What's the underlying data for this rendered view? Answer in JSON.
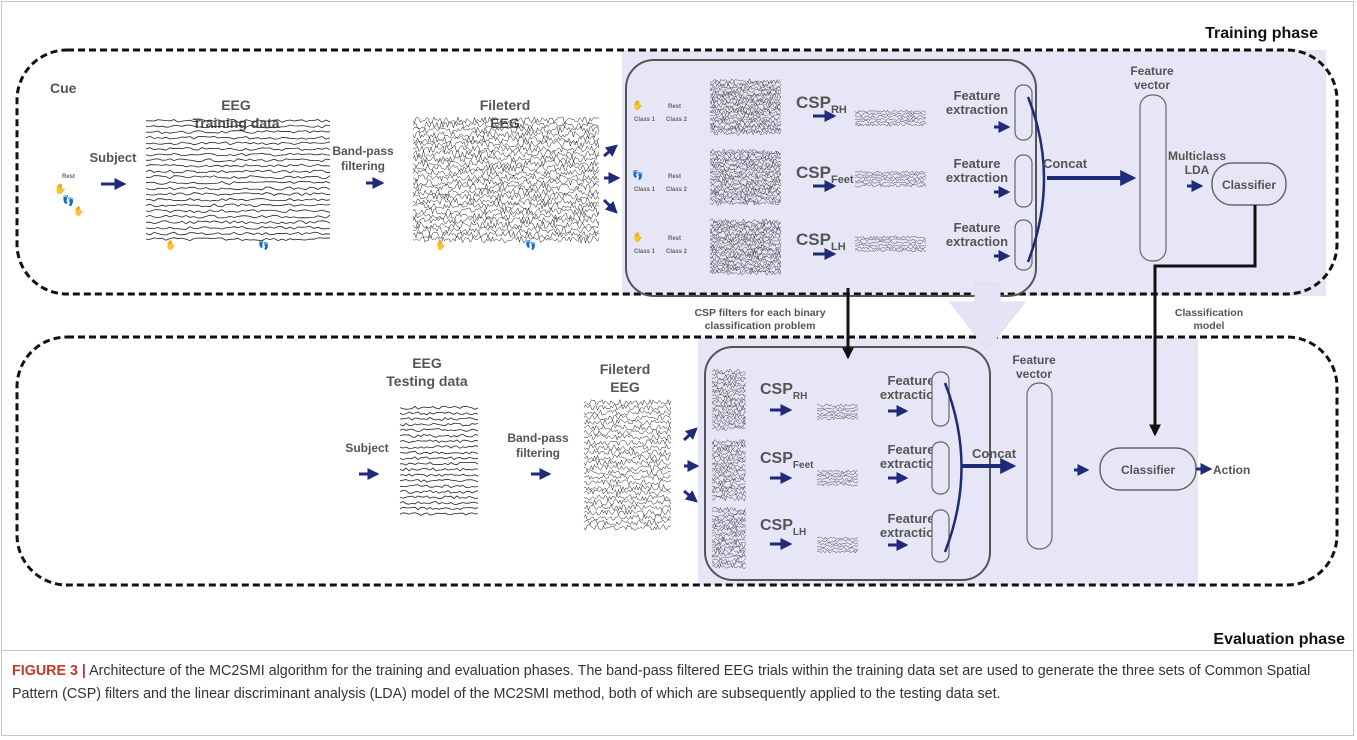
{
  "phases": {
    "training": "Training phase",
    "evaluation": "Evaluation phase"
  },
  "training": {
    "cue": "Cue",
    "rest": "Rest",
    "subject": "Subject",
    "eeg_title_1": "EEG",
    "eeg_title_2": "Training data",
    "bandpass_1": "Band-pass",
    "bandpass_2": "filtering",
    "filtered_1": "Fileterd",
    "filtered_2": "EEG",
    "class1": "Class 1",
    "rest_label": "Rest",
    "class2": "Class 2",
    "csp_base": "CSP",
    "csp_subs": [
      "RH",
      "Feet",
      "LH"
    ],
    "feature_1": "Feature",
    "feature_2": "extraction",
    "concat": "Concat",
    "fv_1": "Feature",
    "fv_2": "vector",
    "lda_1": "Multiclass",
    "lda_2": "LDA",
    "classifier": "Classifier"
  },
  "middle": {
    "csp_filters_1": "CSP filters for each binary",
    "csp_filters_2": "classification problem",
    "model_1": "Classification",
    "model_2": "model"
  },
  "evaluation": {
    "subject": "Subject",
    "eeg_title_1": "EEG",
    "eeg_title_2": "Testing data",
    "bandpass_1": "Band-pass",
    "bandpass_2": "filtering",
    "filtered_1": "Fileterd",
    "filtered_2": "EEG",
    "csp_base": "CSP",
    "csp_subs": [
      "RH",
      "Feet",
      "LH"
    ],
    "feature_1": "Feature",
    "feature_2": "extraction",
    "concat": "Concat",
    "fv_1": "Feature",
    "fv_2": "vector",
    "classifier": "Classifier",
    "action": "Action"
  },
  "caption": {
    "figure": "FIGURE 3 |",
    "text": " Architecture of the MC2SMI algorithm for the training and evaluation phases. The band-pass filtered EEG trials within the training data set are used to generate the three sets of Common Spatial Pattern (CSP) filters and the linear discriminant analysis (LDA) model of the MC2SMI method, both of which are subsequently applied to the testing data set."
  },
  "colors": {
    "arrow": "#1f2a78",
    "panel": "#e8e8f8",
    "border": "#333333"
  }
}
